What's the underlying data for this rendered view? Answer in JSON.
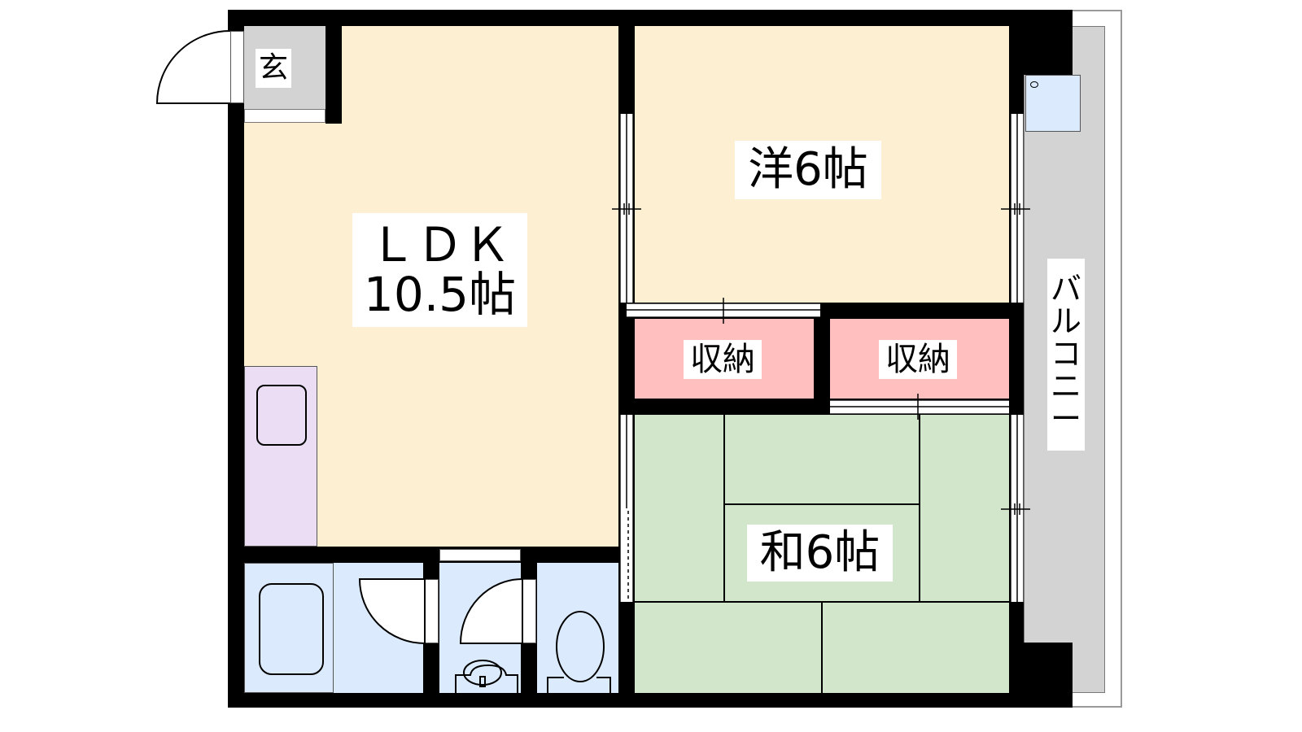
{
  "floorplan": {
    "rooms": {
      "entrance": "玄",
      "ldk_name": "ＬＤＫ",
      "ldk_size": "10.5帖",
      "western": "洋6帖",
      "storage_1": "収納",
      "storage_2": "収納",
      "japanese": "和6帖",
      "balcony": [
        "バ",
        "ル",
        "コ",
        "ニ",
        "ー"
      ]
    },
    "colors": {
      "wall": "#000000",
      "ldk": "#FDF0D2",
      "entrance": "#D3D3D3",
      "storage": "#FFBFBF",
      "japanese": "#D2E6CB",
      "wet_area": "#DBEBFD",
      "kitchen": "#EBDDF4",
      "balcony": "#D3D3D3"
    }
  }
}
